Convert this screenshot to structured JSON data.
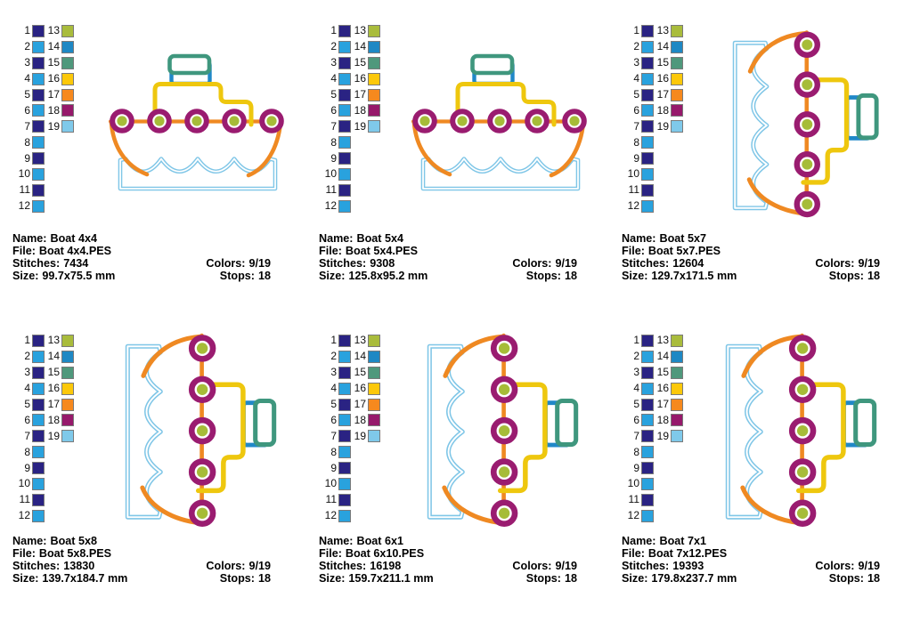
{
  "labels": {
    "name": "Name:",
    "file": "File:",
    "stitches": "Stitches:",
    "size": "Size:",
    "colors": "Colors:",
    "stops": "Stops:"
  },
  "palette": {
    "entries": [
      {
        "num": "1",
        "color": "#2a2383"
      },
      {
        "num": "2",
        "color": "#29a2de"
      },
      {
        "num": "3",
        "color": "#2a2383"
      },
      {
        "num": "4",
        "color": "#29a2de"
      },
      {
        "num": "5",
        "color": "#2a2383"
      },
      {
        "num": "6",
        "color": "#29a2de"
      },
      {
        "num": "7",
        "color": "#2a2383"
      },
      {
        "num": "8",
        "color": "#29a2de"
      },
      {
        "num": "9",
        "color": "#2a2383"
      },
      {
        "num": "10",
        "color": "#29a2de"
      },
      {
        "num": "11",
        "color": "#2a2383"
      },
      {
        "num": "12",
        "color": "#29a2de"
      },
      {
        "num": "13",
        "color": "#a9bc3c"
      },
      {
        "num": "14",
        "color": "#1e88c4"
      },
      {
        "num": "15",
        "color": "#4f987c"
      },
      {
        "num": "16",
        "color": "#fcc80a"
      },
      {
        "num": "17",
        "color": "#f6891e"
      },
      {
        "num": "18",
        "color": "#96196b"
      },
      {
        "num": "19",
        "color": "#7fc9ea"
      }
    ]
  },
  "design_colors": {
    "water": "#7fc6e7",
    "hull": "#ef8922",
    "funnel": "#2088c8",
    "handle": "#3f977e",
    "cabin": "#eec70e",
    "porthole_ring": "#9a1c70",
    "porthole_green": "#a6bc38"
  },
  "cards": [
    {
      "name": "Boat 4x4",
      "file": "Boat 4x4.PES",
      "stitches": "7434",
      "size": "99.7x75.5 mm",
      "colors": "9/19",
      "stops": "18",
      "orientation": "horizontal"
    },
    {
      "name": "Boat 5x4",
      "file": "Boat 5x4.PES",
      "stitches": "9308",
      "size": "125.8x95.2 mm",
      "colors": "9/19",
      "stops": "18",
      "orientation": "horizontal"
    },
    {
      "name": "Boat 5x7",
      "file": "Boat 5x7.PES",
      "stitches": "12604",
      "size": "129.7x171.5 mm",
      "colors": "9/19",
      "stops": "18",
      "orientation": "vertical"
    },
    {
      "name": "Boat 5x8",
      "file": "Boat 5x8.PES",
      "stitches": "13830",
      "size": "139.7x184.7 mm",
      "colors": "9/19",
      "stops": "18",
      "orientation": "vertical"
    },
    {
      "name": "Boat 6x1",
      "file": "Boat 6x10.PES",
      "stitches": "16198",
      "size": "159.7x211.1 mm",
      "colors": "9/19",
      "stops": "18",
      "orientation": "vertical"
    },
    {
      "name": "Boat 7x1",
      "file": "Boat 7x12.PES",
      "stitches": "19393",
      "size": "179.8x237.7 mm",
      "colors": "9/19",
      "stops": "18",
      "orientation": "vertical"
    }
  ]
}
